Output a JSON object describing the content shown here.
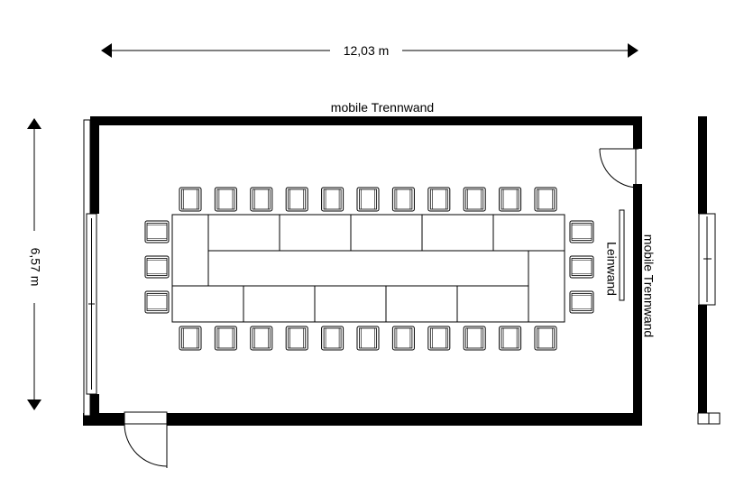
{
  "dimensions": {
    "width_label": "12,03 m",
    "height_label": "6,57 m"
  },
  "labels": {
    "top_wall": "mobile Trennwand",
    "right_wall": "mobile Trennwand",
    "screen": "Leinwand"
  },
  "layout": {
    "chairs_top_row": 11,
    "chairs_bottom_row": 11,
    "chairs_left_side": 3,
    "chairs_right_side": 3
  }
}
